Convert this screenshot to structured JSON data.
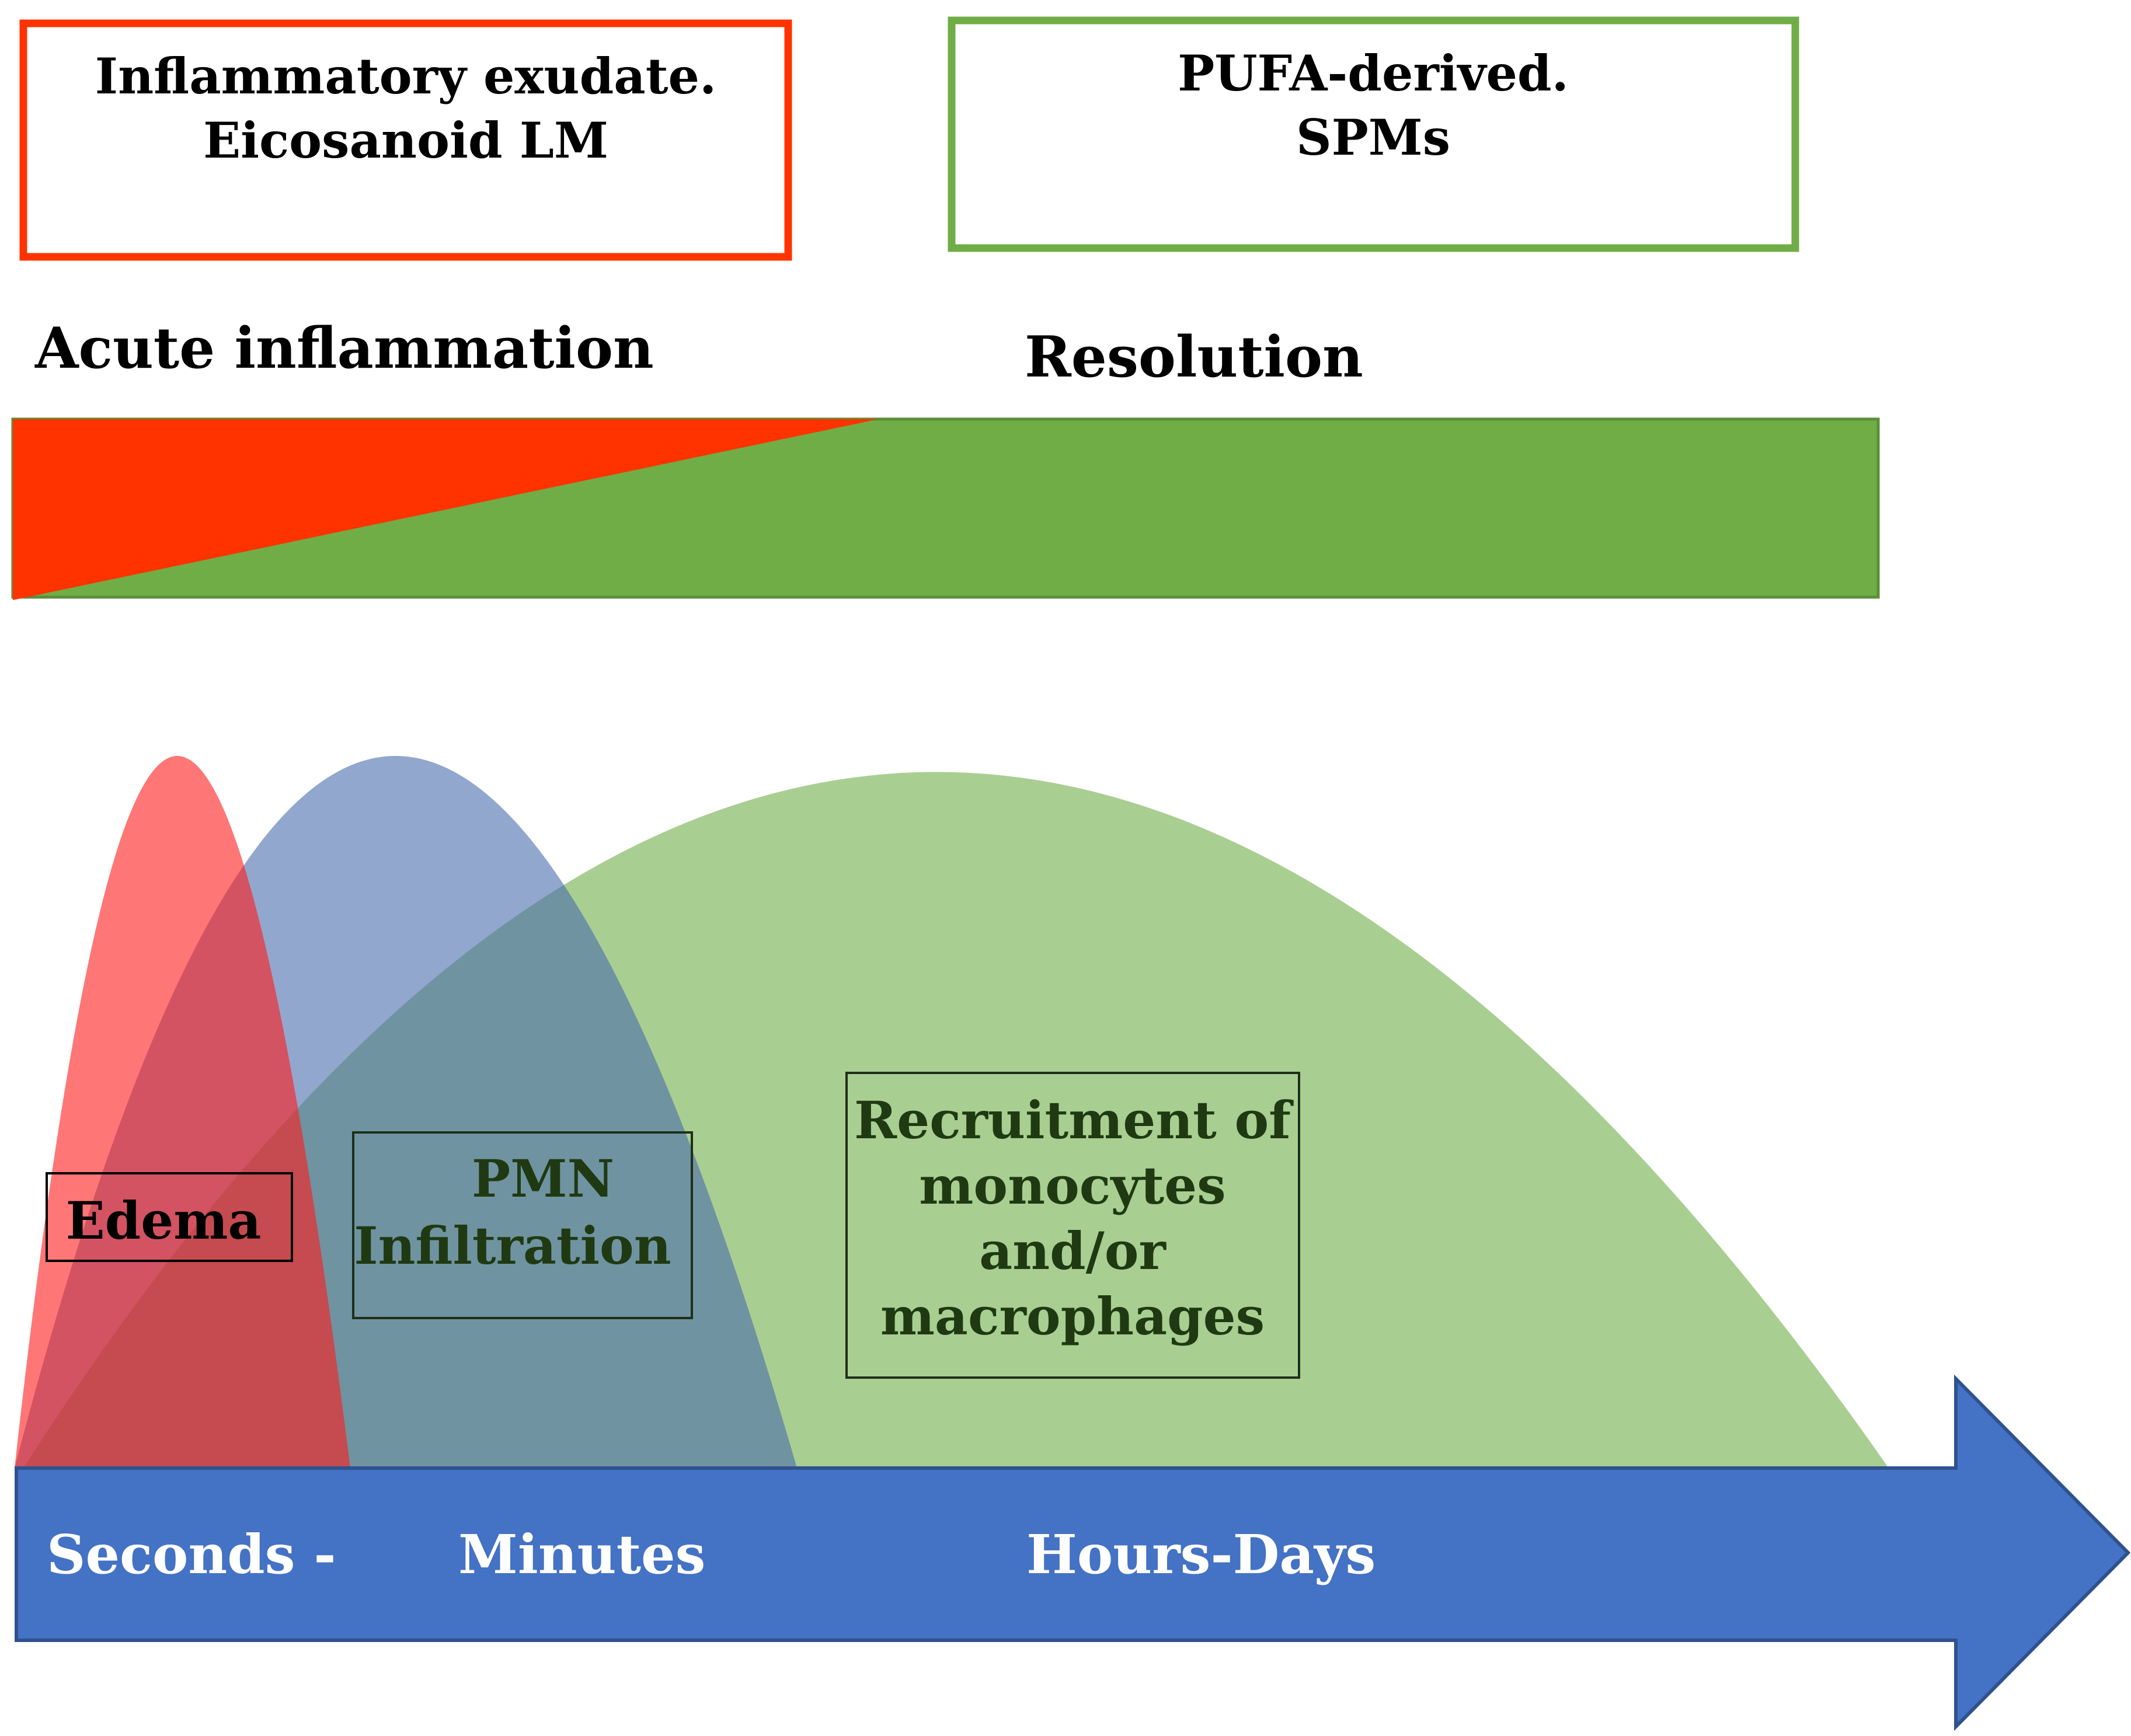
{
  "colors": {
    "inflammation_red": "#ff3300",
    "resolution_green": "#70ad47",
    "edema_curve": "#ff6b6b",
    "pmn_curve": "#8fa3c8",
    "monocyte_curve": "#a9c19a",
    "timeline_blue": "#4472c4",
    "box_border_red": "#ff3300",
    "box_border_green": "#70ad47"
  },
  "boxes": {
    "inflammatory": {
      "line1": "Inflammatory exudate.",
      "line2": "Eicosanoid LM"
    },
    "pufa": {
      "line1": "PUFA-derived.",
      "line2": "SPMs"
    }
  },
  "phases": {
    "acute": "Acute inflammation",
    "resolution": "Resolution"
  },
  "curves": {
    "edema": {
      "label": "Edema"
    },
    "pmn": {
      "line1": "PMN",
      "line2": "Infiltration"
    },
    "monocytes": {
      "lines": [
        "Recruitment of",
        "monocytes",
        "and/or",
        "macrophages"
      ]
    }
  },
  "timeline": {
    "seconds": "Seconds -",
    "minutes": "Minutes",
    "hours_days": "Hours-Days"
  }
}
